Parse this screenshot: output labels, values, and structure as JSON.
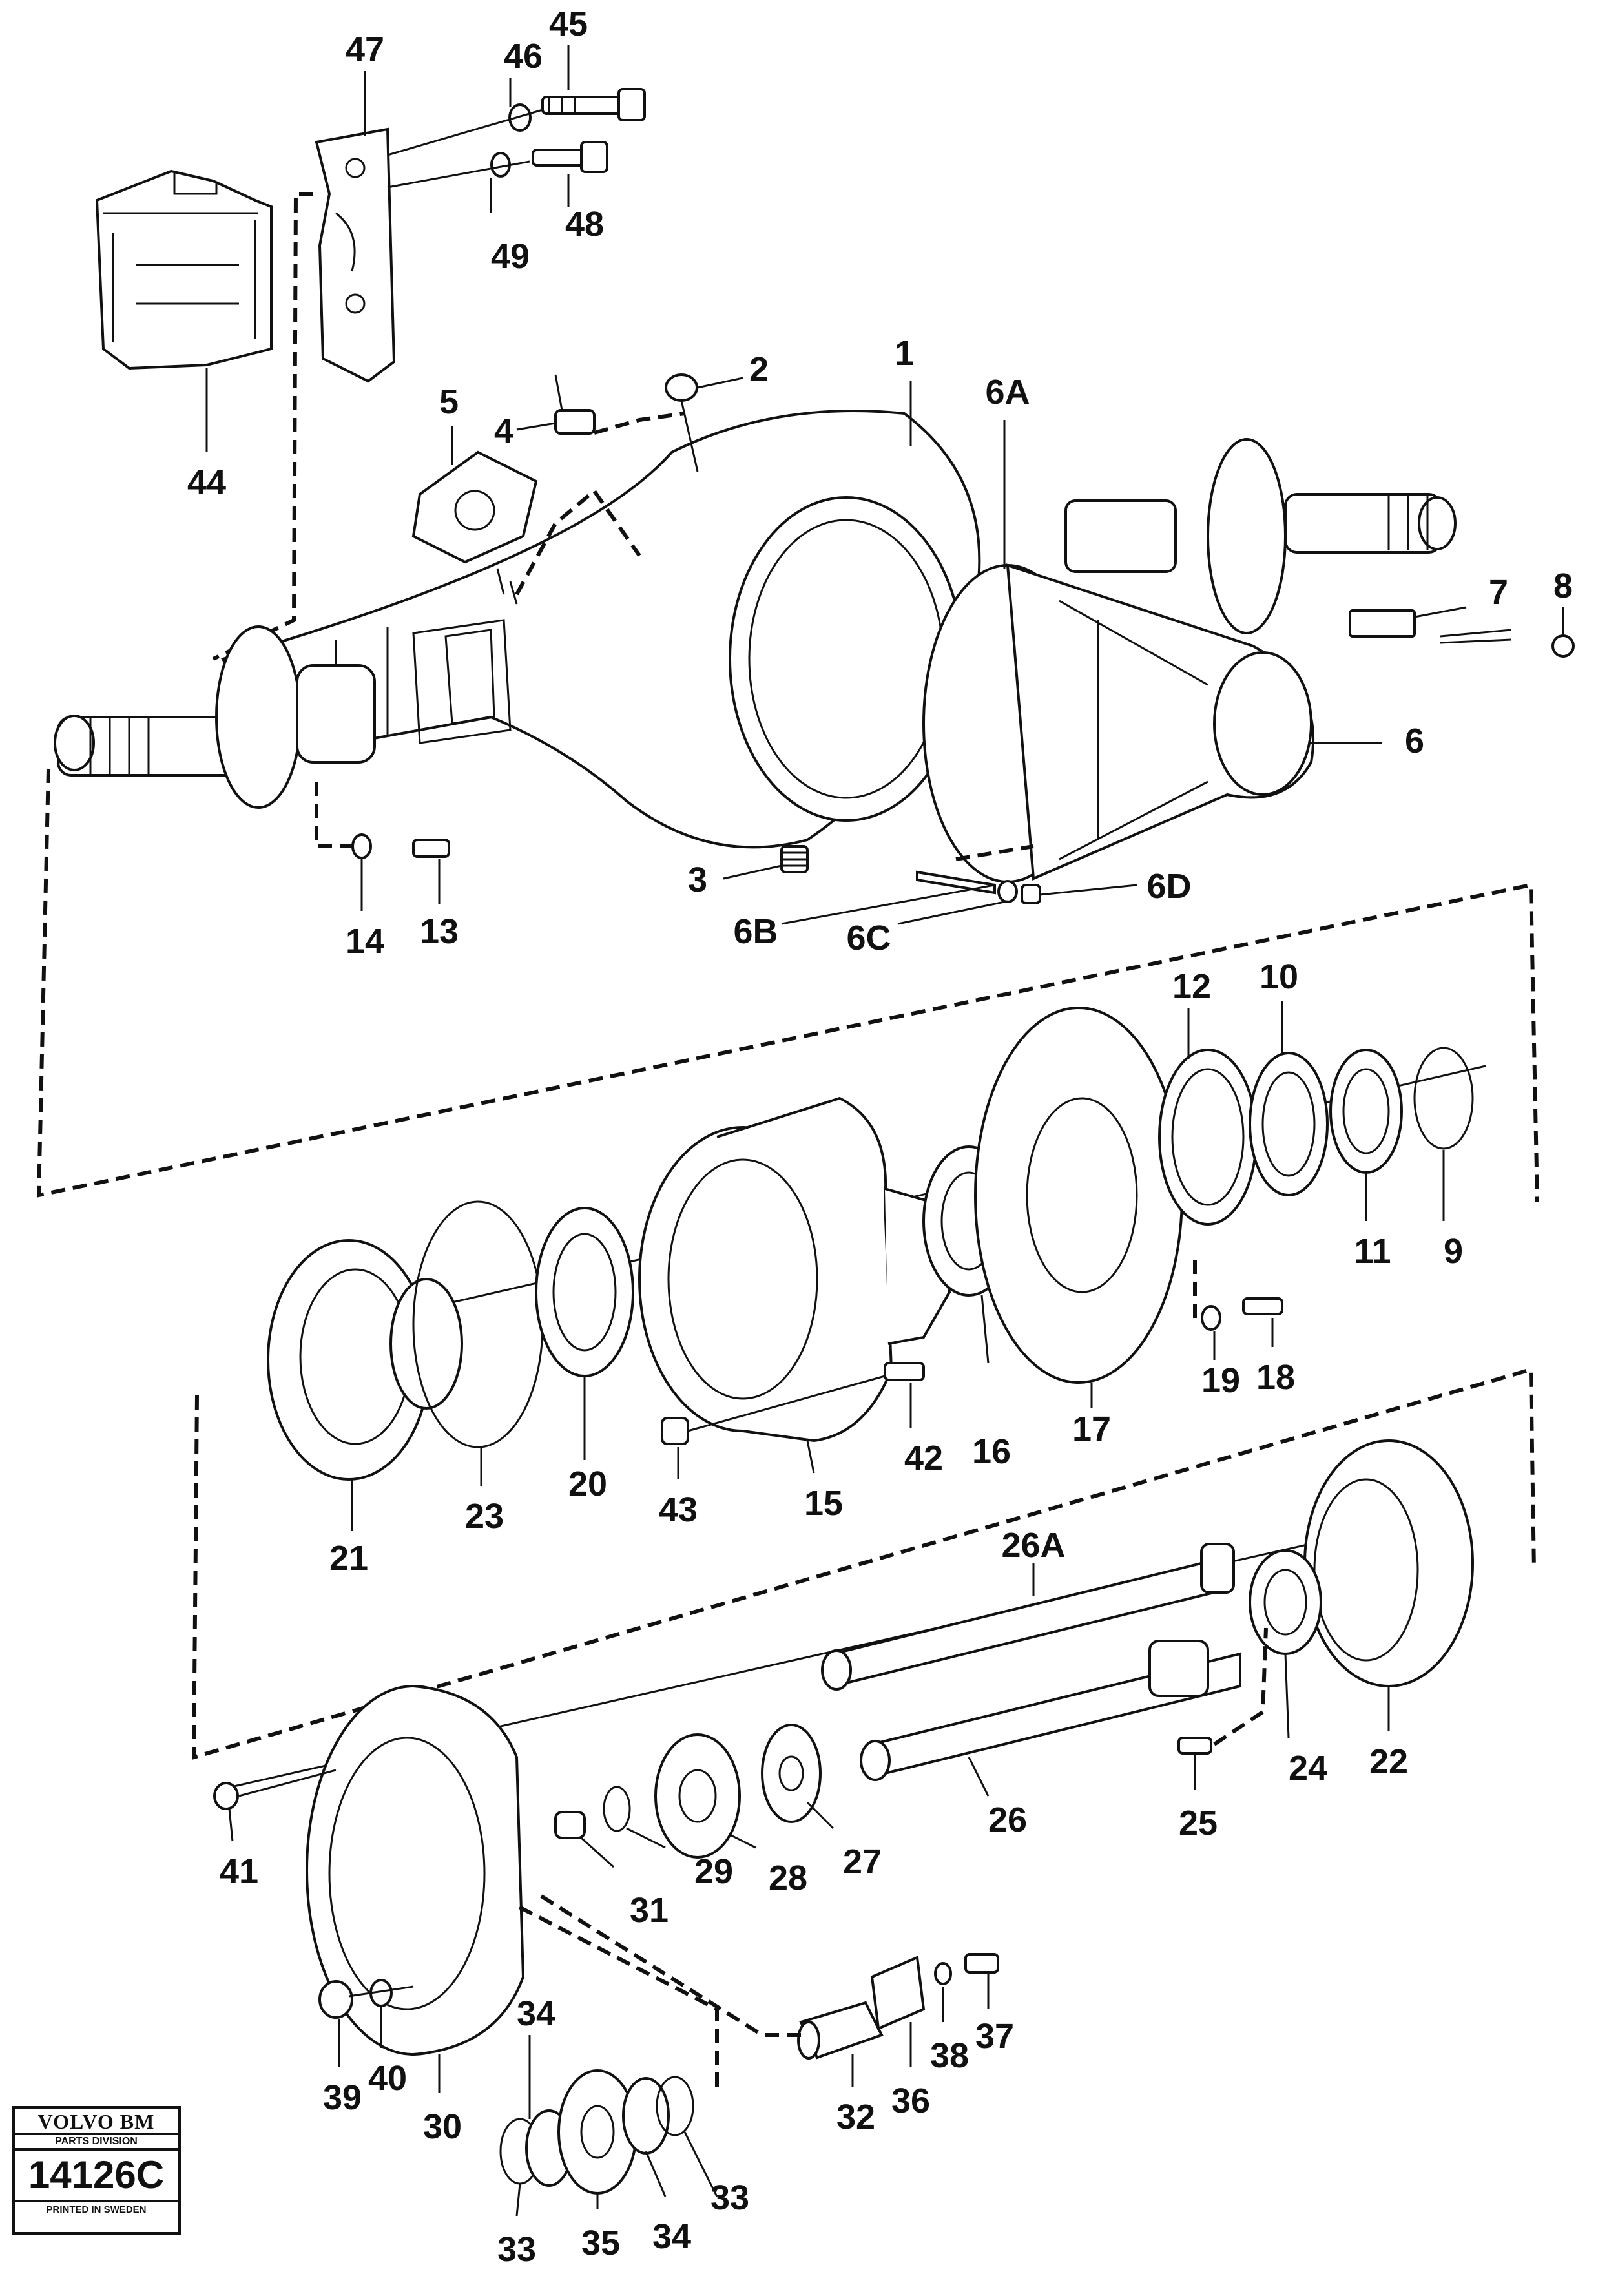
{
  "badge": {
    "brand": "VOLVO BM",
    "division": "PARTS DIVISION",
    "number": "14126C",
    "printed": "PRINTED IN SWEDEN"
  },
  "callouts": [
    "1",
    "2",
    "3",
    "4",
    "5",
    "6",
    "6A",
    "6B",
    "6C",
    "6D",
    "7",
    "8",
    "9",
    "10",
    "11",
    "12",
    "13",
    "14",
    "15",
    "16",
    "17",
    "18",
    "19",
    "20",
    "21",
    "22",
    "23",
    "24",
    "25",
    "26",
    "26A",
    "27",
    "28",
    "29",
    "30",
    "31",
    "32",
    "33",
    "33",
    "34",
    "34",
    "35",
    "36",
    "37",
    "38",
    "39",
    "40",
    "41",
    "42",
    "43",
    "44",
    "45",
    "46",
    "47",
    "48",
    "49"
  ]
}
